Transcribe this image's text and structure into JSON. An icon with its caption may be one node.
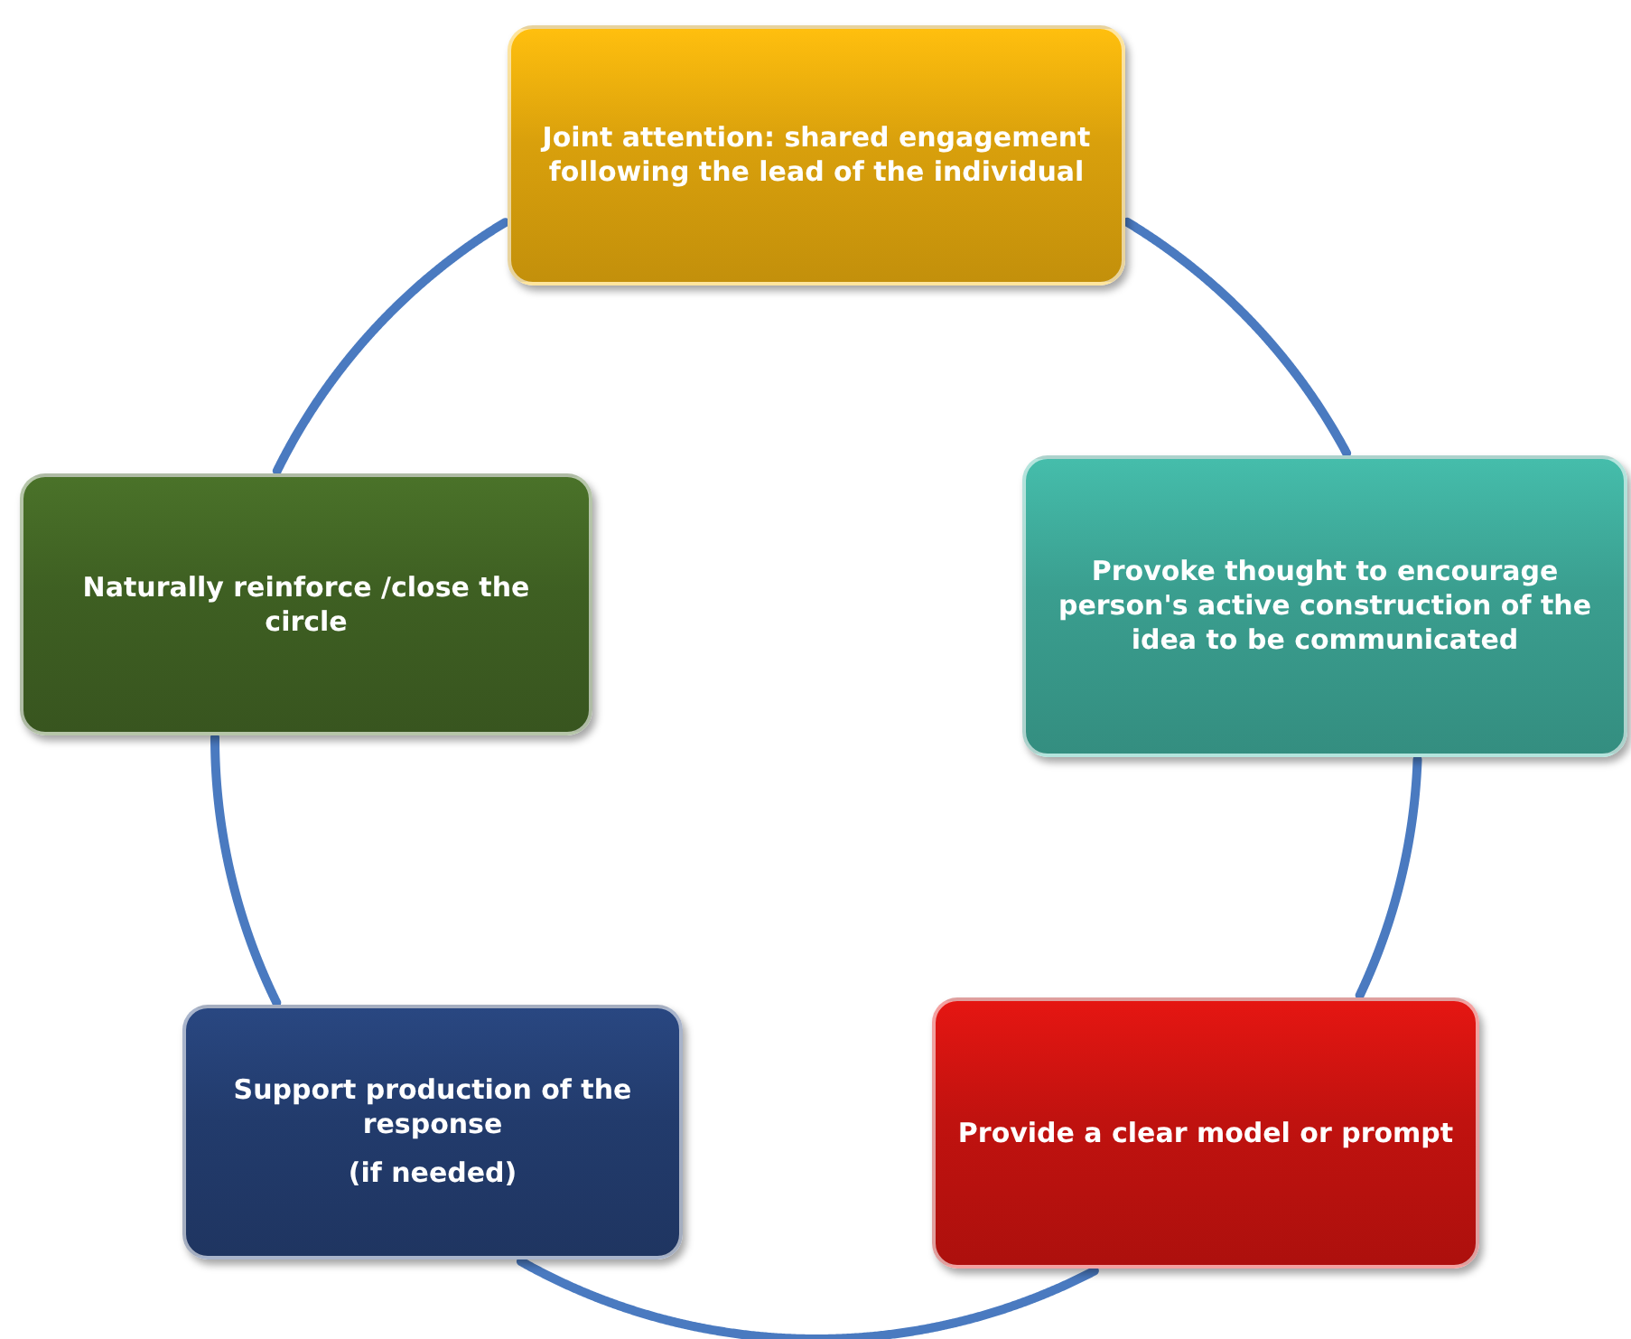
{
  "diagram": {
    "nodes": [
      {
        "text": [
          "Joint attention: shared engagement following the lead of the individual"
        ]
      },
      {
        "text": [
          "Provoke thought to encourage person's active construction of  the idea to be communicated"
        ]
      },
      {
        "text": [
          "Provide a clear model or prompt"
        ]
      },
      {
        "text": [
          "Support production of the response",
          "(if needed)"
        ]
      },
      {
        "text": [
          "Naturally reinforce /close the circle"
        ]
      }
    ],
    "edges": [
      {
        "from": 0,
        "to": 1,
        "arrow": "none"
      },
      {
        "from": 1,
        "to": 2,
        "arrow": "none"
      },
      {
        "from": 2,
        "to": 3,
        "arrow": "none"
      },
      {
        "from": 3,
        "to": 4,
        "arrow": "none"
      },
      {
        "from": 4,
        "to": 0,
        "arrow": "none"
      }
    ]
  }
}
